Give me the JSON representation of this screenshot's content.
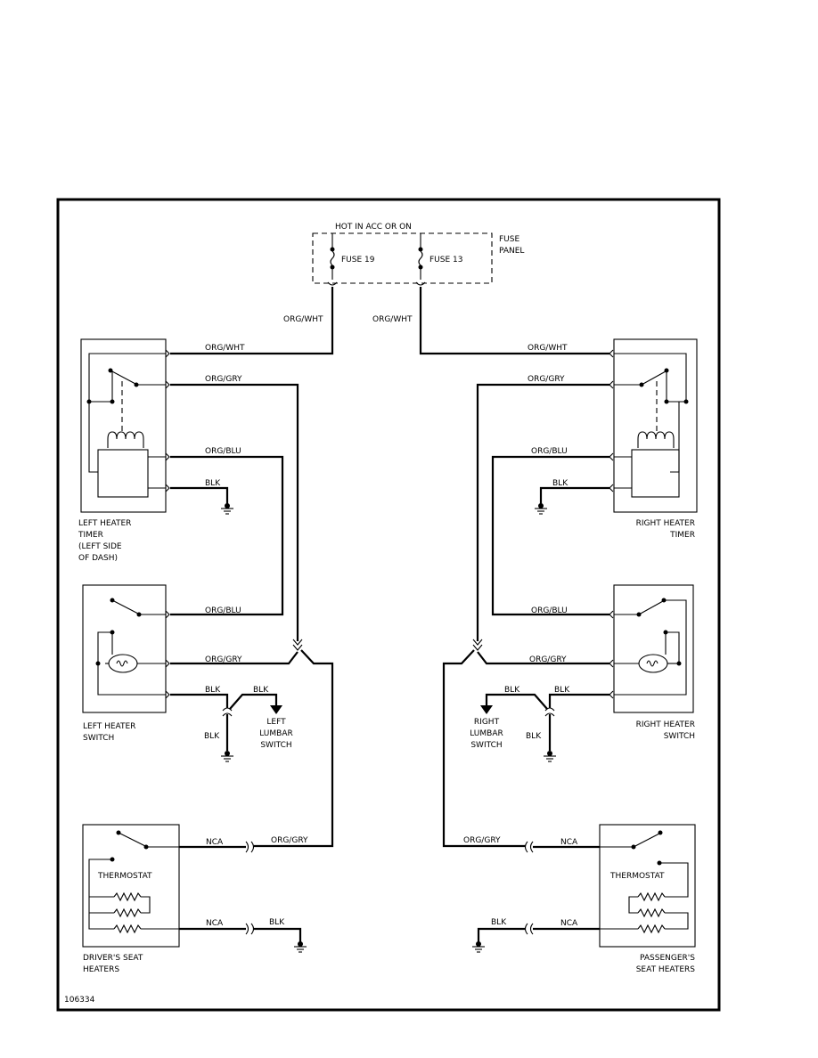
{
  "fuse_panel": {
    "title": "HOT IN ACC OR ON",
    "label_line1": "FUSE",
    "label_line2": "PANEL",
    "fuse_left": "FUSE 19",
    "fuse_right": "FUSE 13"
  },
  "components": {
    "left_timer": [
      "LEFT HEATER",
      "TIMER",
      "(LEFT SIDE",
      "OF DASH)"
    ],
    "right_timer": [
      "RIGHT HEATER",
      "TIMER"
    ],
    "left_switch": [
      "LEFT HEATER",
      "SWITCH"
    ],
    "right_switch": [
      "RIGHT HEATER",
      "SWITCH"
    ],
    "left_lumbar": [
      "LEFT",
      "LUMBAR",
      "SWITCH"
    ],
    "right_lumbar": [
      "RIGHT",
      "LUMBAR",
      "SWITCH"
    ],
    "driver_seat": [
      "DRIVER'S SEAT",
      "HEATERS"
    ],
    "passenger_seat": [
      "PASSENGER'S",
      "SEAT HEATERS"
    ],
    "thermostat": "THERMOSTAT"
  },
  "wires": {
    "org_wht": "ORG/WHT",
    "org_gry": "ORG/GRY",
    "org_blu": "ORG/BLU",
    "blk": "BLK",
    "nca": "NCA"
  },
  "figure_id": "106334"
}
